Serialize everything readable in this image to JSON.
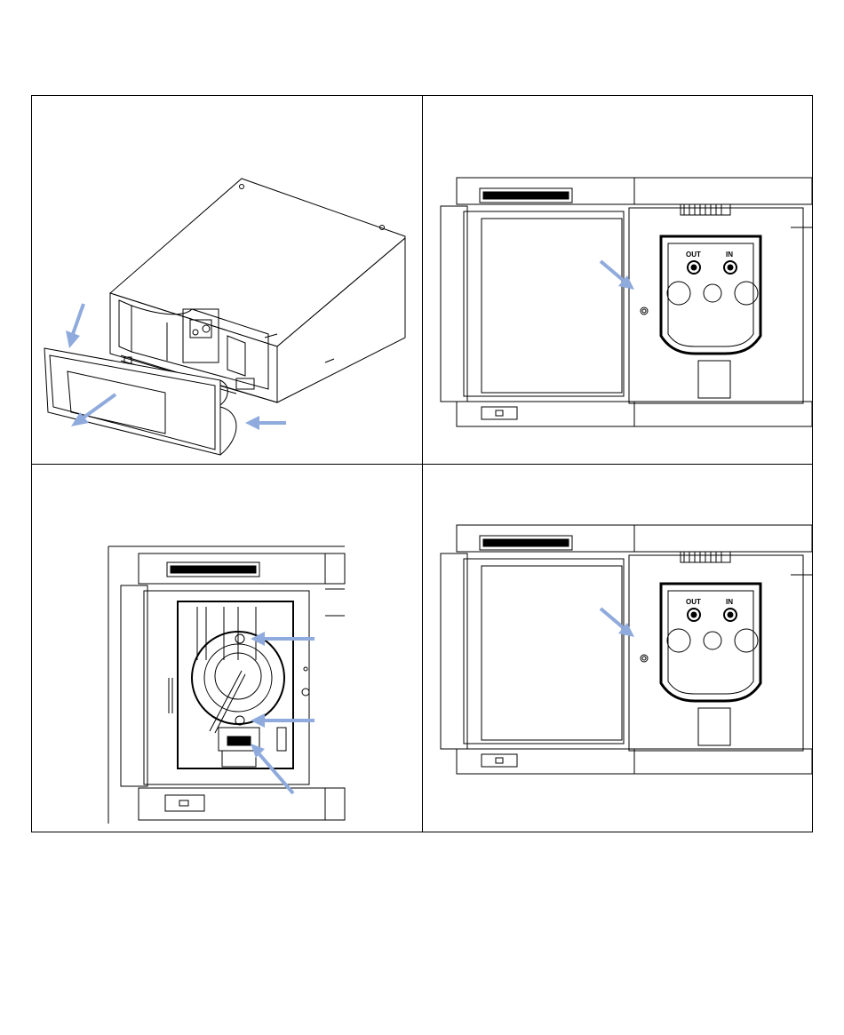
{
  "panels": [
    {
      "id": "remove-front-cover"
    },
    {
      "id": "valve-plate-screw-1"
    },
    {
      "id": "lamp-housing-screws"
    },
    {
      "id": "valve-plate-screw-2"
    }
  ],
  "port_labels": {
    "out": "OUT",
    "in": "IN"
  },
  "colors": {
    "arrow": "#8faadc",
    "line": "#000000",
    "background": "#ffffff"
  }
}
